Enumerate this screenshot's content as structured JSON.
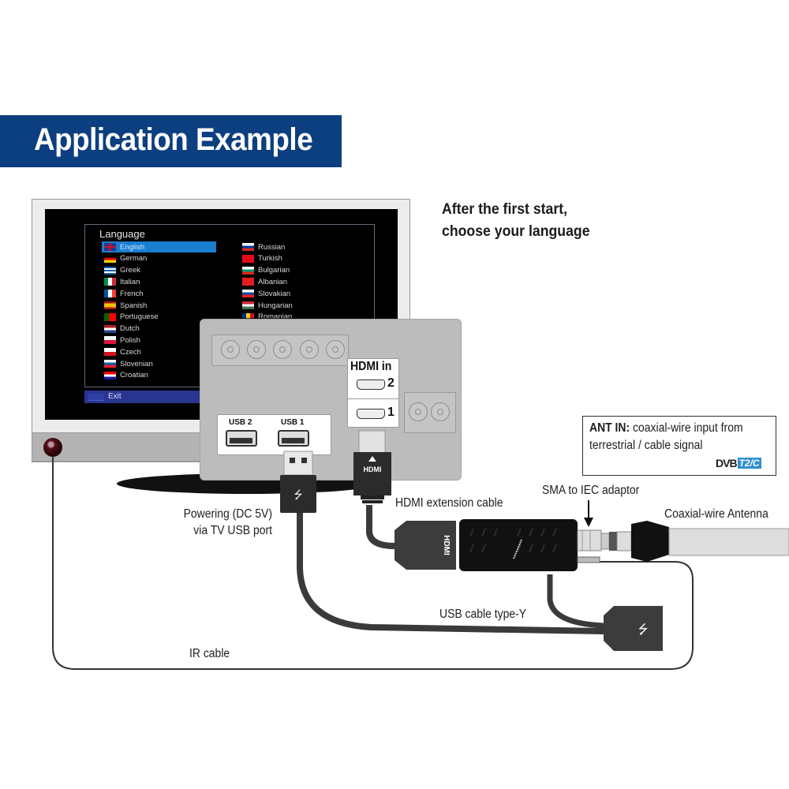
{
  "header": {
    "title": "Application Example",
    "banner_color": "#0c3f80"
  },
  "intro": {
    "line1": "After the first start,",
    "line2": "choose your language"
  },
  "tv_menu": {
    "title": "Language",
    "selected": "English",
    "highlight_color": "#1a7ed0",
    "left_column": [
      {
        "label": "English",
        "flag": "uk-flag-icon"
      },
      {
        "label": "German",
        "flag": "germany-flag-icon"
      },
      {
        "label": "Greek",
        "flag": "greece-flag-icon"
      },
      {
        "label": "Italian",
        "flag": "italy-flag-icon"
      },
      {
        "label": "French",
        "flag": "france-flag-icon"
      },
      {
        "label": "Spanish",
        "flag": "spain-flag-icon"
      },
      {
        "label": "Portuguese",
        "flag": "portugal-flag-icon"
      },
      {
        "label": "Dutch",
        "flag": "netherlands-flag-icon"
      },
      {
        "label": "Polish",
        "flag": "poland-flag-icon"
      },
      {
        "label": "Czech",
        "flag": "czech-flag-icon"
      },
      {
        "label": "Slovenian",
        "flag": "slovenia-flag-icon"
      },
      {
        "label": "Croatian",
        "flag": "croatia-flag-icon"
      }
    ],
    "right_column": [
      {
        "label": "Russian",
        "flag": "russia-flag-icon"
      },
      {
        "label": "Turkish",
        "flag": "turkey-flag-icon"
      },
      {
        "label": "Bulgarian",
        "flag": "bulgaria-flag-icon"
      },
      {
        "label": "Albanian",
        "flag": "albania-flag-icon"
      },
      {
        "label": "Slovakian",
        "flag": "slovakia-flag-icon"
      },
      {
        "label": "Hungarian",
        "flag": "hungary-flag-icon"
      },
      {
        "label": "Romanian",
        "flag": "romania-flag-icon"
      }
    ],
    "exit_label": "Exit"
  },
  "tv_panel": {
    "hdmi_title": "HDMI in",
    "hdmi_ports": [
      "2",
      "1"
    ],
    "usb_ports": [
      "USB 2",
      "USB 1"
    ],
    "hdmi_plug_label": "HDMI"
  },
  "ant_box": {
    "bold": "ANT IN:",
    "text": " coaxial-wire input from terrestrial / cable signal",
    "logo_a": "DVB",
    "logo_b": "T2/C"
  },
  "labels": {
    "powering_line1": "Powering (DC 5V)",
    "powering_line2": "via TV USB port",
    "hdmi_extension": "HDMI extension cable",
    "sma_adaptor": "SMA to IEC adaptor",
    "coax_antenna": "Coaxial-wire Antenna",
    "usb_cable": "USB cable type-Y",
    "ir_cable": "IR cable",
    "dongle_hdmi": "HDMI"
  }
}
